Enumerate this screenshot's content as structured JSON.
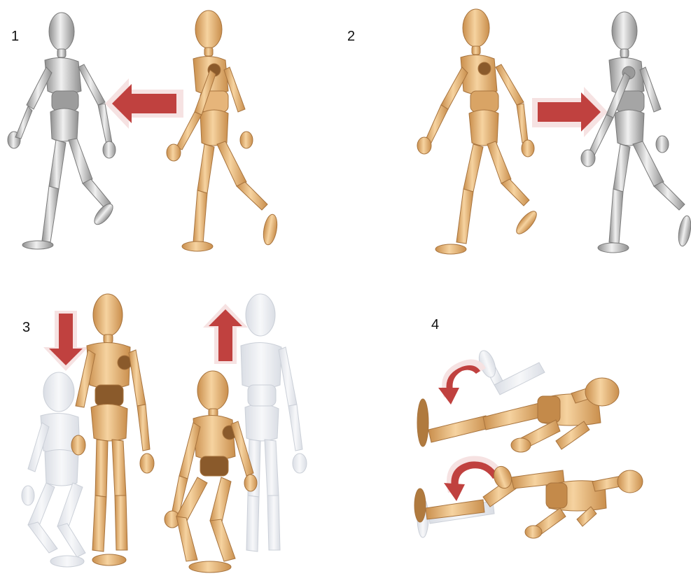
{
  "panels": [
    {
      "number": "1"
    },
    {
      "number": "2"
    },
    {
      "number": "3"
    },
    {
      "number": "4"
    }
  ],
  "colors": {
    "wood_light": "#f2c98f",
    "wood_dark": "#c98e4c",
    "joint": "#8a5a2b",
    "gray_light": "#e6e6e6",
    "gray_dark": "#9a9a9a",
    "ghost": "#eef0f4",
    "arrow": "#c0413f",
    "arrow_edge": "#f6e2e2"
  },
  "icons": [
    "wooden-mannequin-figure",
    "gray-mannequin-figure",
    "red-arrow-icon",
    "curved-red-arrow-icon"
  ]
}
